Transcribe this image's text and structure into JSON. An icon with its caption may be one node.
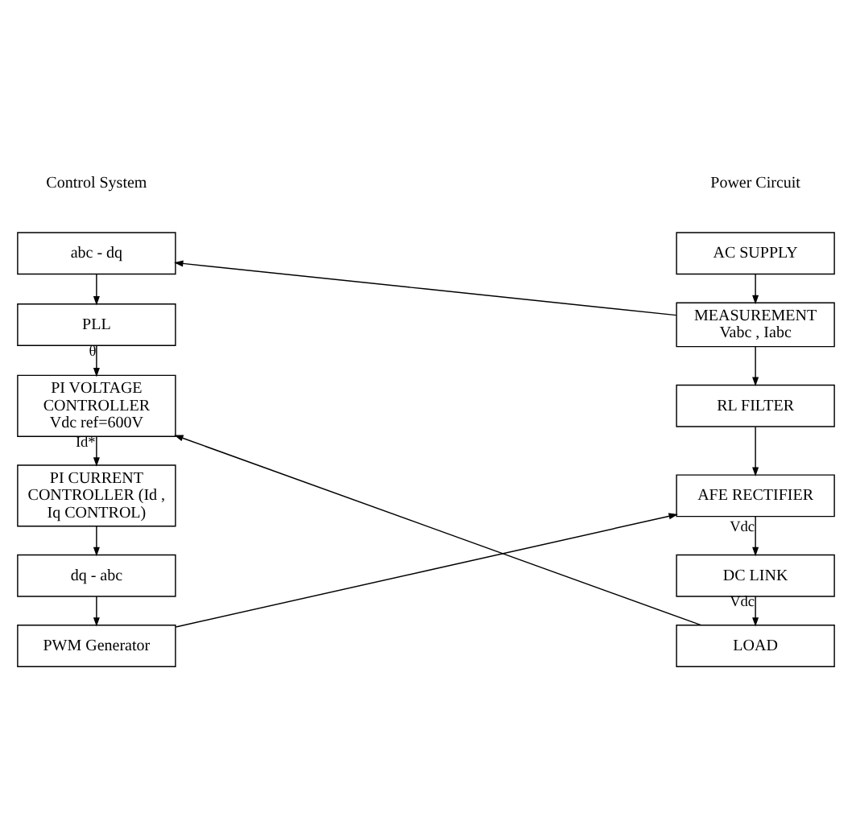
{
  "diagram": {
    "nodes": [
      {
        "text": [
          "AC SUPPLY"
        ]
      },
      {
        "text": [
          "MEASUREMENT",
          "Vabc , Iabc"
        ]
      },
      {
        "text": [
          "RL FILTER"
        ]
      },
      {
        "text": [
          "AFE RECTIFIER"
        ]
      },
      {
        "text": [
          "DC LINK"
        ]
      },
      {
        "text": [
          "LOAD"
        ]
      },
      {
        "text": [
          "abc - dq"
        ]
      },
      {
        "text": [
          "PLL"
        ]
      },
      {
        "text": [
          "PI VOLTAGE CONTROLLER",
          "Vdc ref=600V"
        ]
      },
      {
        "text": [
          "PI CURRENT CONTROLLER (Id , Iq CONTROL)"
        ]
      },
      {
        "text": [
          "dq - abc"
        ]
      },
      {
        "text": [
          "PWM Generator"
        ]
      }
    ],
    "edges": [
      {
        "from": 0,
        "to": 1,
        "arrow": "to"
      },
      {
        "from": 1,
        "to": 2,
        "arrow": "to"
      },
      {
        "from": 2,
        "to": 3,
        "arrow": "to"
      },
      {
        "from": 3,
        "to": 4,
        "arrow": "to",
        "label": "Vdc"
      },
      {
        "from": 4,
        "to": 5,
        "arrow": "to",
        "label": "Vdc"
      },
      {
        "from": 1,
        "to": 6,
        "arrow": "to"
      },
      {
        "from": 6,
        "to": 7,
        "arrow": "to"
      },
      {
        "from": 7,
        "to": 8,
        "arrow": "to",
        "label": "θ"
      },
      {
        "from": 8,
        "to": 9,
        "arrow": "to",
        "label": "Id*"
      },
      {
        "from": 9,
        "to": 10,
        "arrow": "to"
      },
      {
        "from": 10,
        "to": 11,
        "arrow": "to"
      },
      {
        "from": 11,
        "to": 3,
        "arrow": "to"
      },
      {
        "from": 5,
        "to": 8,
        "arrow": "to"
      }
    ],
    "labels": [
      "Power Circuit",
      "Control System"
    ]
  }
}
